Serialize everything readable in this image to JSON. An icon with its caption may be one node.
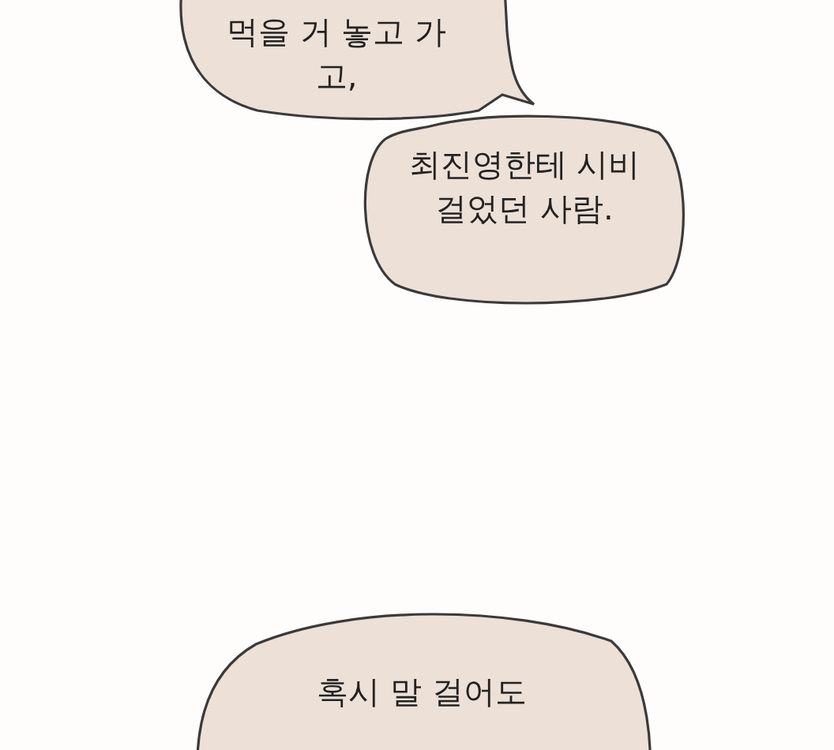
{
  "diagram": {
    "nodes": [
      {
        "text": [
          "먹을 거 놓고 가고,"
        ]
      },
      {
        "text": [
          "최진영한테 시비 걸었던 사람."
        ]
      },
      {
        "text": [
          "혹시 말 걸어도"
        ]
      }
    ]
  }
}
